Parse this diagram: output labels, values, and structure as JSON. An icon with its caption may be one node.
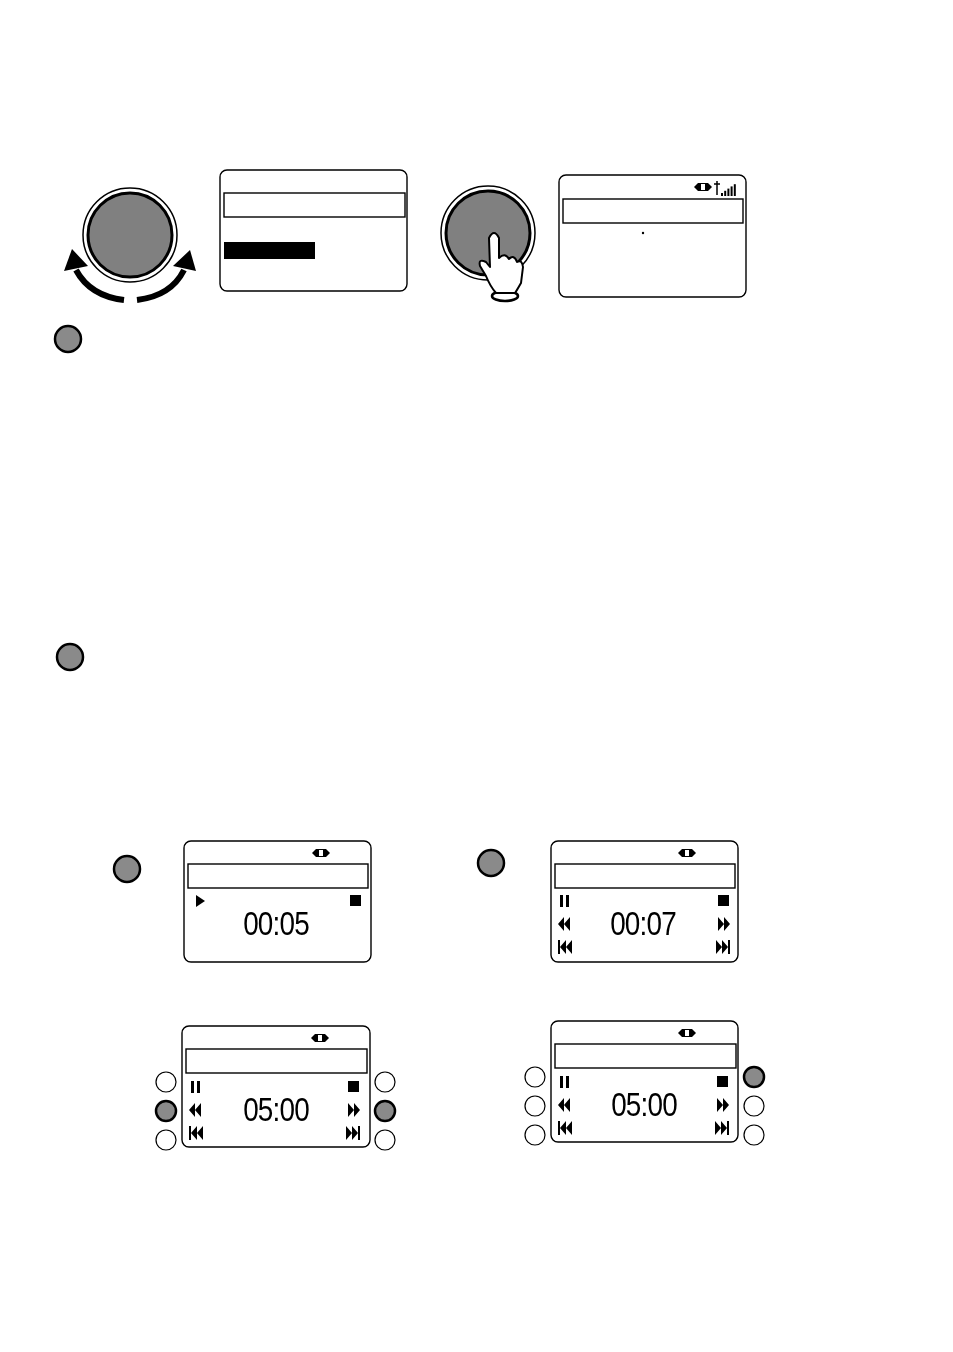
{
  "diagram": {
    "labels": [
      "00:05",
      "00:07",
      "05:00",
      "05:00"
    ]
  }
}
